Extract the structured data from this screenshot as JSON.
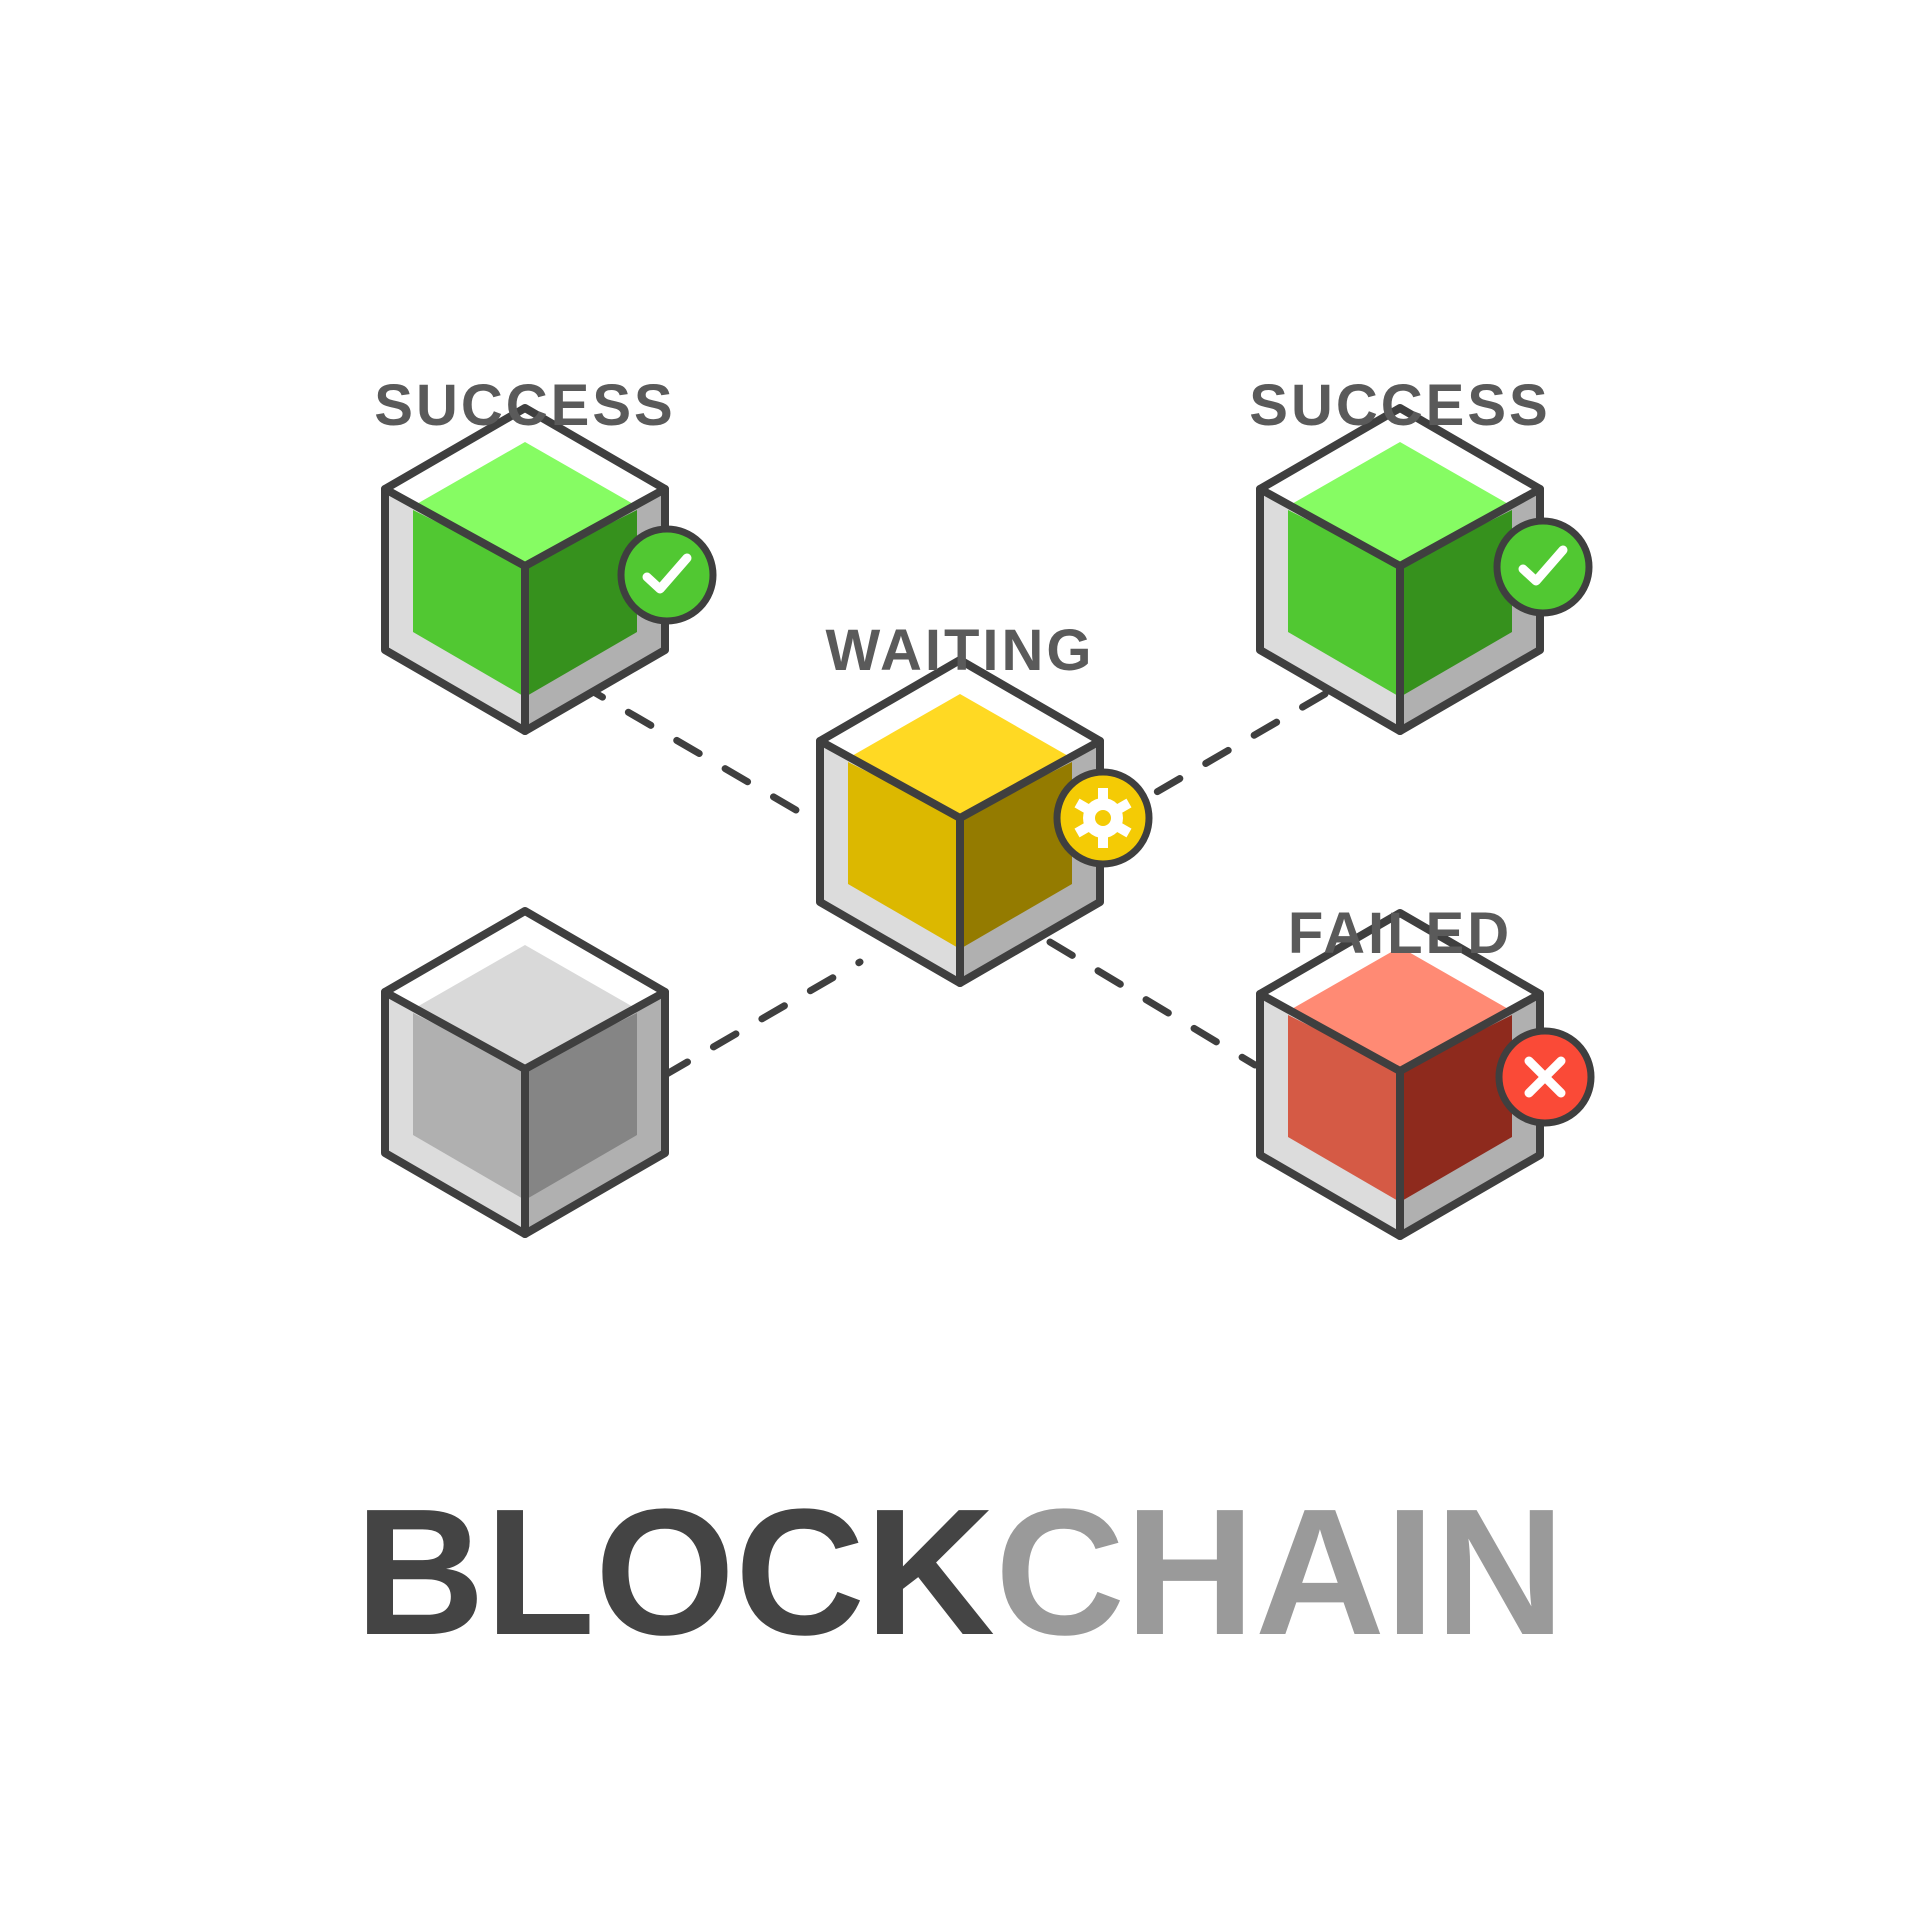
{
  "blocks": [
    {
      "id": "top-left",
      "status": "success",
      "label": "SUCCESS",
      "badge_icon": "check-icon",
      "colors": {
        "top": "#86fc63",
        "left": "#51c832",
        "right": "#36911d",
        "badge": "#51c832"
      }
    },
    {
      "id": "top-right",
      "status": "success",
      "label": "SUCCESS",
      "badge_icon": "check-icon",
      "colors": {
        "top": "#86fc63",
        "left": "#51c832",
        "right": "#36911d",
        "badge": "#51c832"
      }
    },
    {
      "id": "center",
      "status": "waiting",
      "label": "WAITING",
      "badge_icon": "gear-icon",
      "colors": {
        "top": "#ffd923",
        "left": "#dcb800",
        "right": "#947b00",
        "badge": "#f4cb05"
      }
    },
    {
      "id": "bottom-left",
      "status": "idle",
      "label": "",
      "badge_icon": "",
      "colors": {
        "top": "#d9d9d9",
        "left": "#b0b0b0",
        "right": "#858585",
        "badge": ""
      }
    },
    {
      "id": "bottom-right",
      "status": "failed",
      "label": "FAILED",
      "badge_icon": "cross-icon",
      "colors": {
        "top": "#ff8a74",
        "left": "#d55a45",
        "right": "#8e2a1d",
        "badge": "#fa4a37"
      }
    }
  ],
  "frame_colors": {
    "outline": "#3f3f3f",
    "frame_left": "#dcdcdc",
    "frame_right": "#b0b0b0"
  },
  "title": {
    "part1": "BLOCK",
    "part2": "CHAIN",
    "color1": "#444444",
    "color2": "#9a9a9a"
  }
}
